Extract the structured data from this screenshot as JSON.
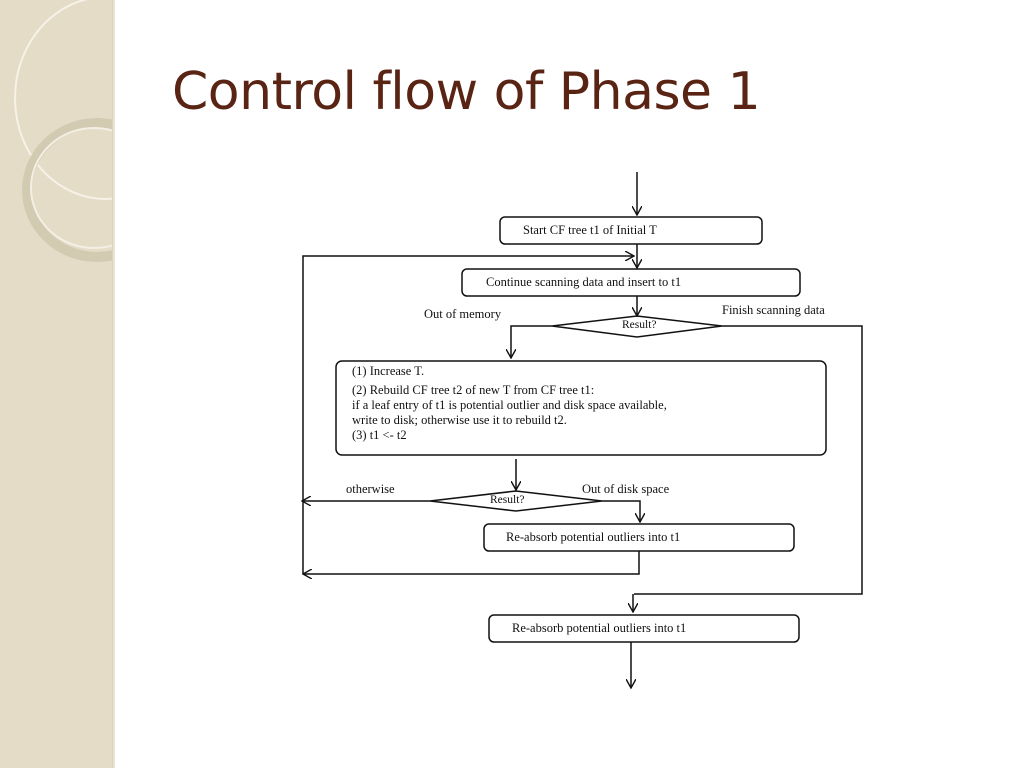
{
  "slide": {
    "title": "Control flow of Phase 1"
  },
  "flowchart": {
    "start_box": "Start  CF tree t1 of Initial T",
    "scan_box": "Continue scanning data and insert to t1",
    "decision_1": "Result?",
    "out_of_memory": "Out of memory",
    "finish_scanning": "Finish scanning data",
    "rebuild_steps": [
      "(1)  Increase T.",
      "(2)  Rebuild CF tree t2 of new T from CF tree t1:",
      "if a leaf entry of t1 is potential outlier and disk space available,",
      "write to disk; otherwise use it to rebuild t2.",
      "(3)   t1 <- t2"
    ],
    "decision_2": "Result?",
    "otherwise": "otherwise",
    "out_of_disk": "Out of disk space",
    "reabsorb_box_inner": "Re-absorb potential outliers into t1",
    "reabsorb_box_final": "Re-absorb potential outliers into t1"
  },
  "colors": {
    "title": "#5a2414",
    "sidebar": "#e4dcc6",
    "ink": "#111111"
  }
}
